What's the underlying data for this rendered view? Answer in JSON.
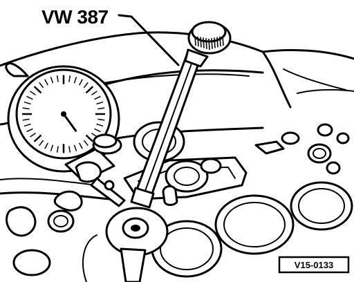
{
  "callout": {
    "tool_label": "VW 387"
  },
  "figure": {
    "reference": "V15-0133"
  },
  "gauge": {
    "needle_reading": 0.4
  }
}
